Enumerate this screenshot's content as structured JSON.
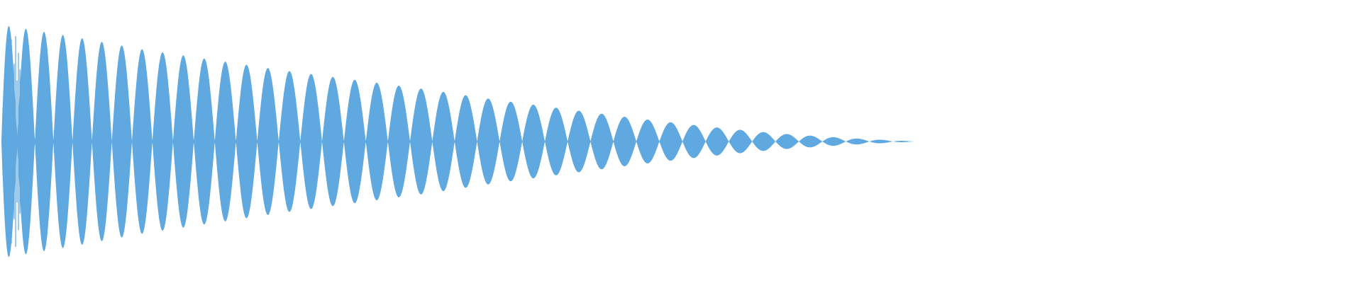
{
  "waveform": {
    "color": "#5fa8e0",
    "background": "#ffffff",
    "peak_envelope": [
      1.0,
      0.9,
      0.79,
      0.7,
      0.61,
      0.53,
      0.45,
      0.36,
      0.28,
      0.2,
      0.13,
      0.07,
      0.03,
      0.0
    ],
    "visible_duration_fraction": 0.7,
    "lobe_count": 42,
    "onset_transient": true
  }
}
